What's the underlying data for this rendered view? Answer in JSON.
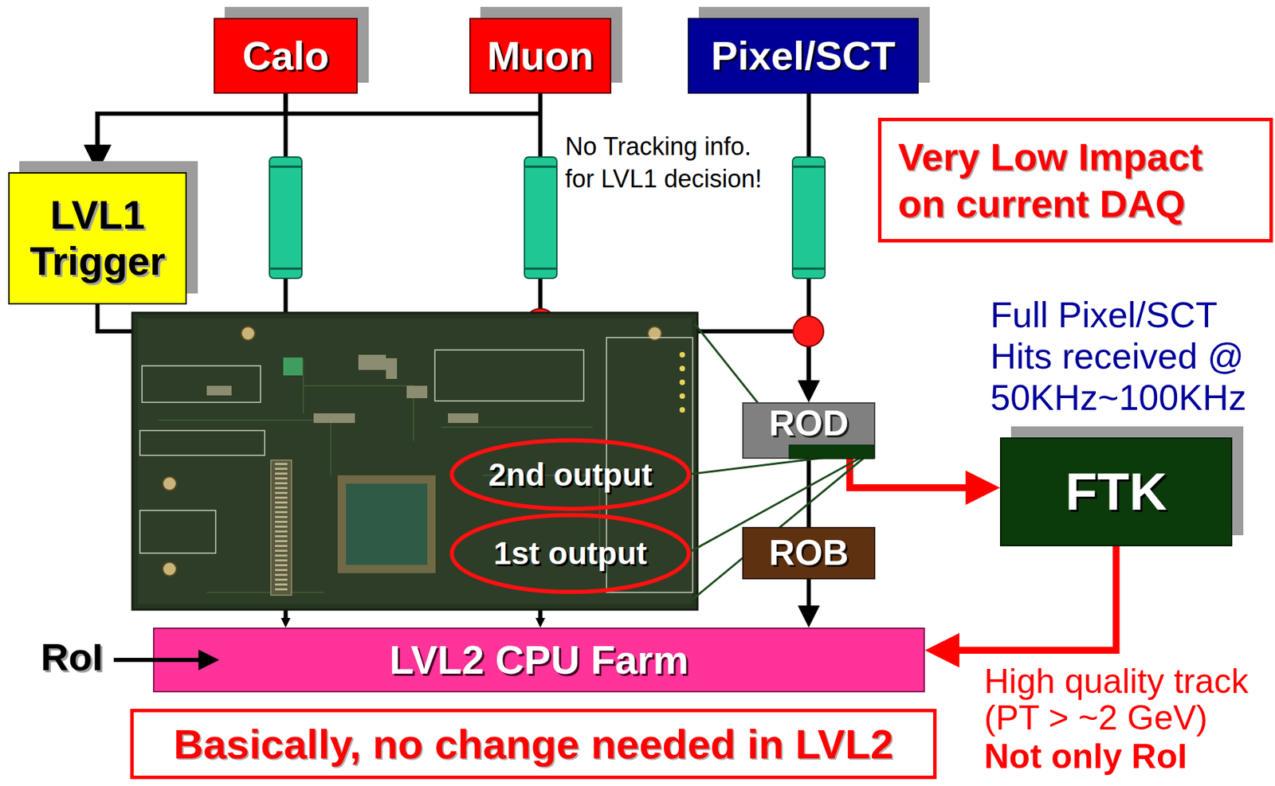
{
  "diagram": {
    "nodes": [
      {
        "text": [
          "Calo"
        ]
      },
      {
        "text": [
          "Muon"
        ]
      },
      {
        "text": [
          "Pixel/SCT"
        ]
      },
      {
        "text": [
          "Very Low Impact on current DAQ"
        ]
      },
      {
        "text": [
          "LVL1 Trigger"
        ]
      },
      {
        "text": [
          "ROD"
        ]
      },
      {
        "text": [
          "2nd output"
        ]
      },
      {
        "text": [
          "FTK"
        ]
      },
      {
        "text": [
          "1st output"
        ]
      },
      {
        "text": [
          "ROB"
        ]
      },
      {
        "text": [
          "LVL2 CPU Farm"
        ]
      },
      {
        "text": [
          "Basically, no change needed in LVL2"
        ]
      }
    ],
    "edges": [
      {
        "from": 0,
        "to": 4,
        "arrow": "to"
      },
      {
        "from": 1,
        "to": 4,
        "arrow": "to"
      },
      {
        "from": 0,
        "to": 10,
        "arrow": "to"
      },
      {
        "from": 1,
        "to": 10,
        "arrow": "to"
      },
      {
        "from": 4,
        "to": 5,
        "arrow": "to"
      },
      {
        "from": 2,
        "to": 5,
        "arrow": "to"
      },
      {
        "from": 5,
        "to": 9,
        "arrow": "none"
      },
      {
        "from": 9,
        "to": 10,
        "arrow": "to"
      },
      {
        "from": 5,
        "to": 7,
        "arrow": "to"
      },
      {
        "from": 7,
        "to": 10,
        "arrow": "to"
      }
    ],
    "labels": [
      "No Tracking info. for LVL1 decision!",
      "Full Pixel/SCT Hits received @ 50KHz~100KHz",
      "RoI",
      "High quality track (PT > ~2 GeV)",
      "Not only RoI"
    ]
  }
}
